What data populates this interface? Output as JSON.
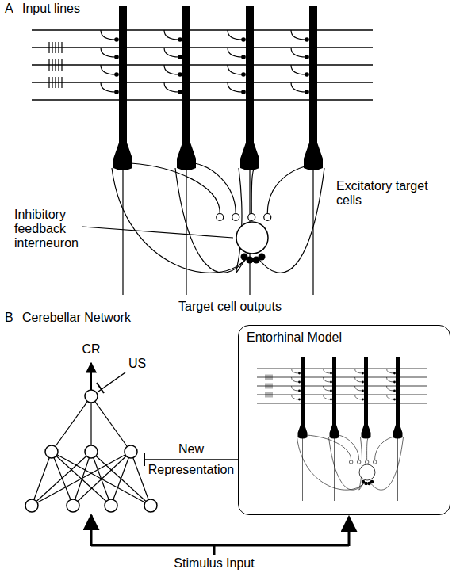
{
  "diagram": {
    "nodes": [
      {
        "text": [
          "Entorhinal Model"
        ]
      }
    ],
    "edges": [],
    "labels": [
      "A",
      "Input lines",
      "Excitatory target cells",
      "Inhibitory feedback interneuron",
      "Target cell outputs",
      "B",
      "Cerebellar Network",
      "CR",
      "US",
      "New",
      "Representation",
      "Stimulus Input"
    ]
  }
}
